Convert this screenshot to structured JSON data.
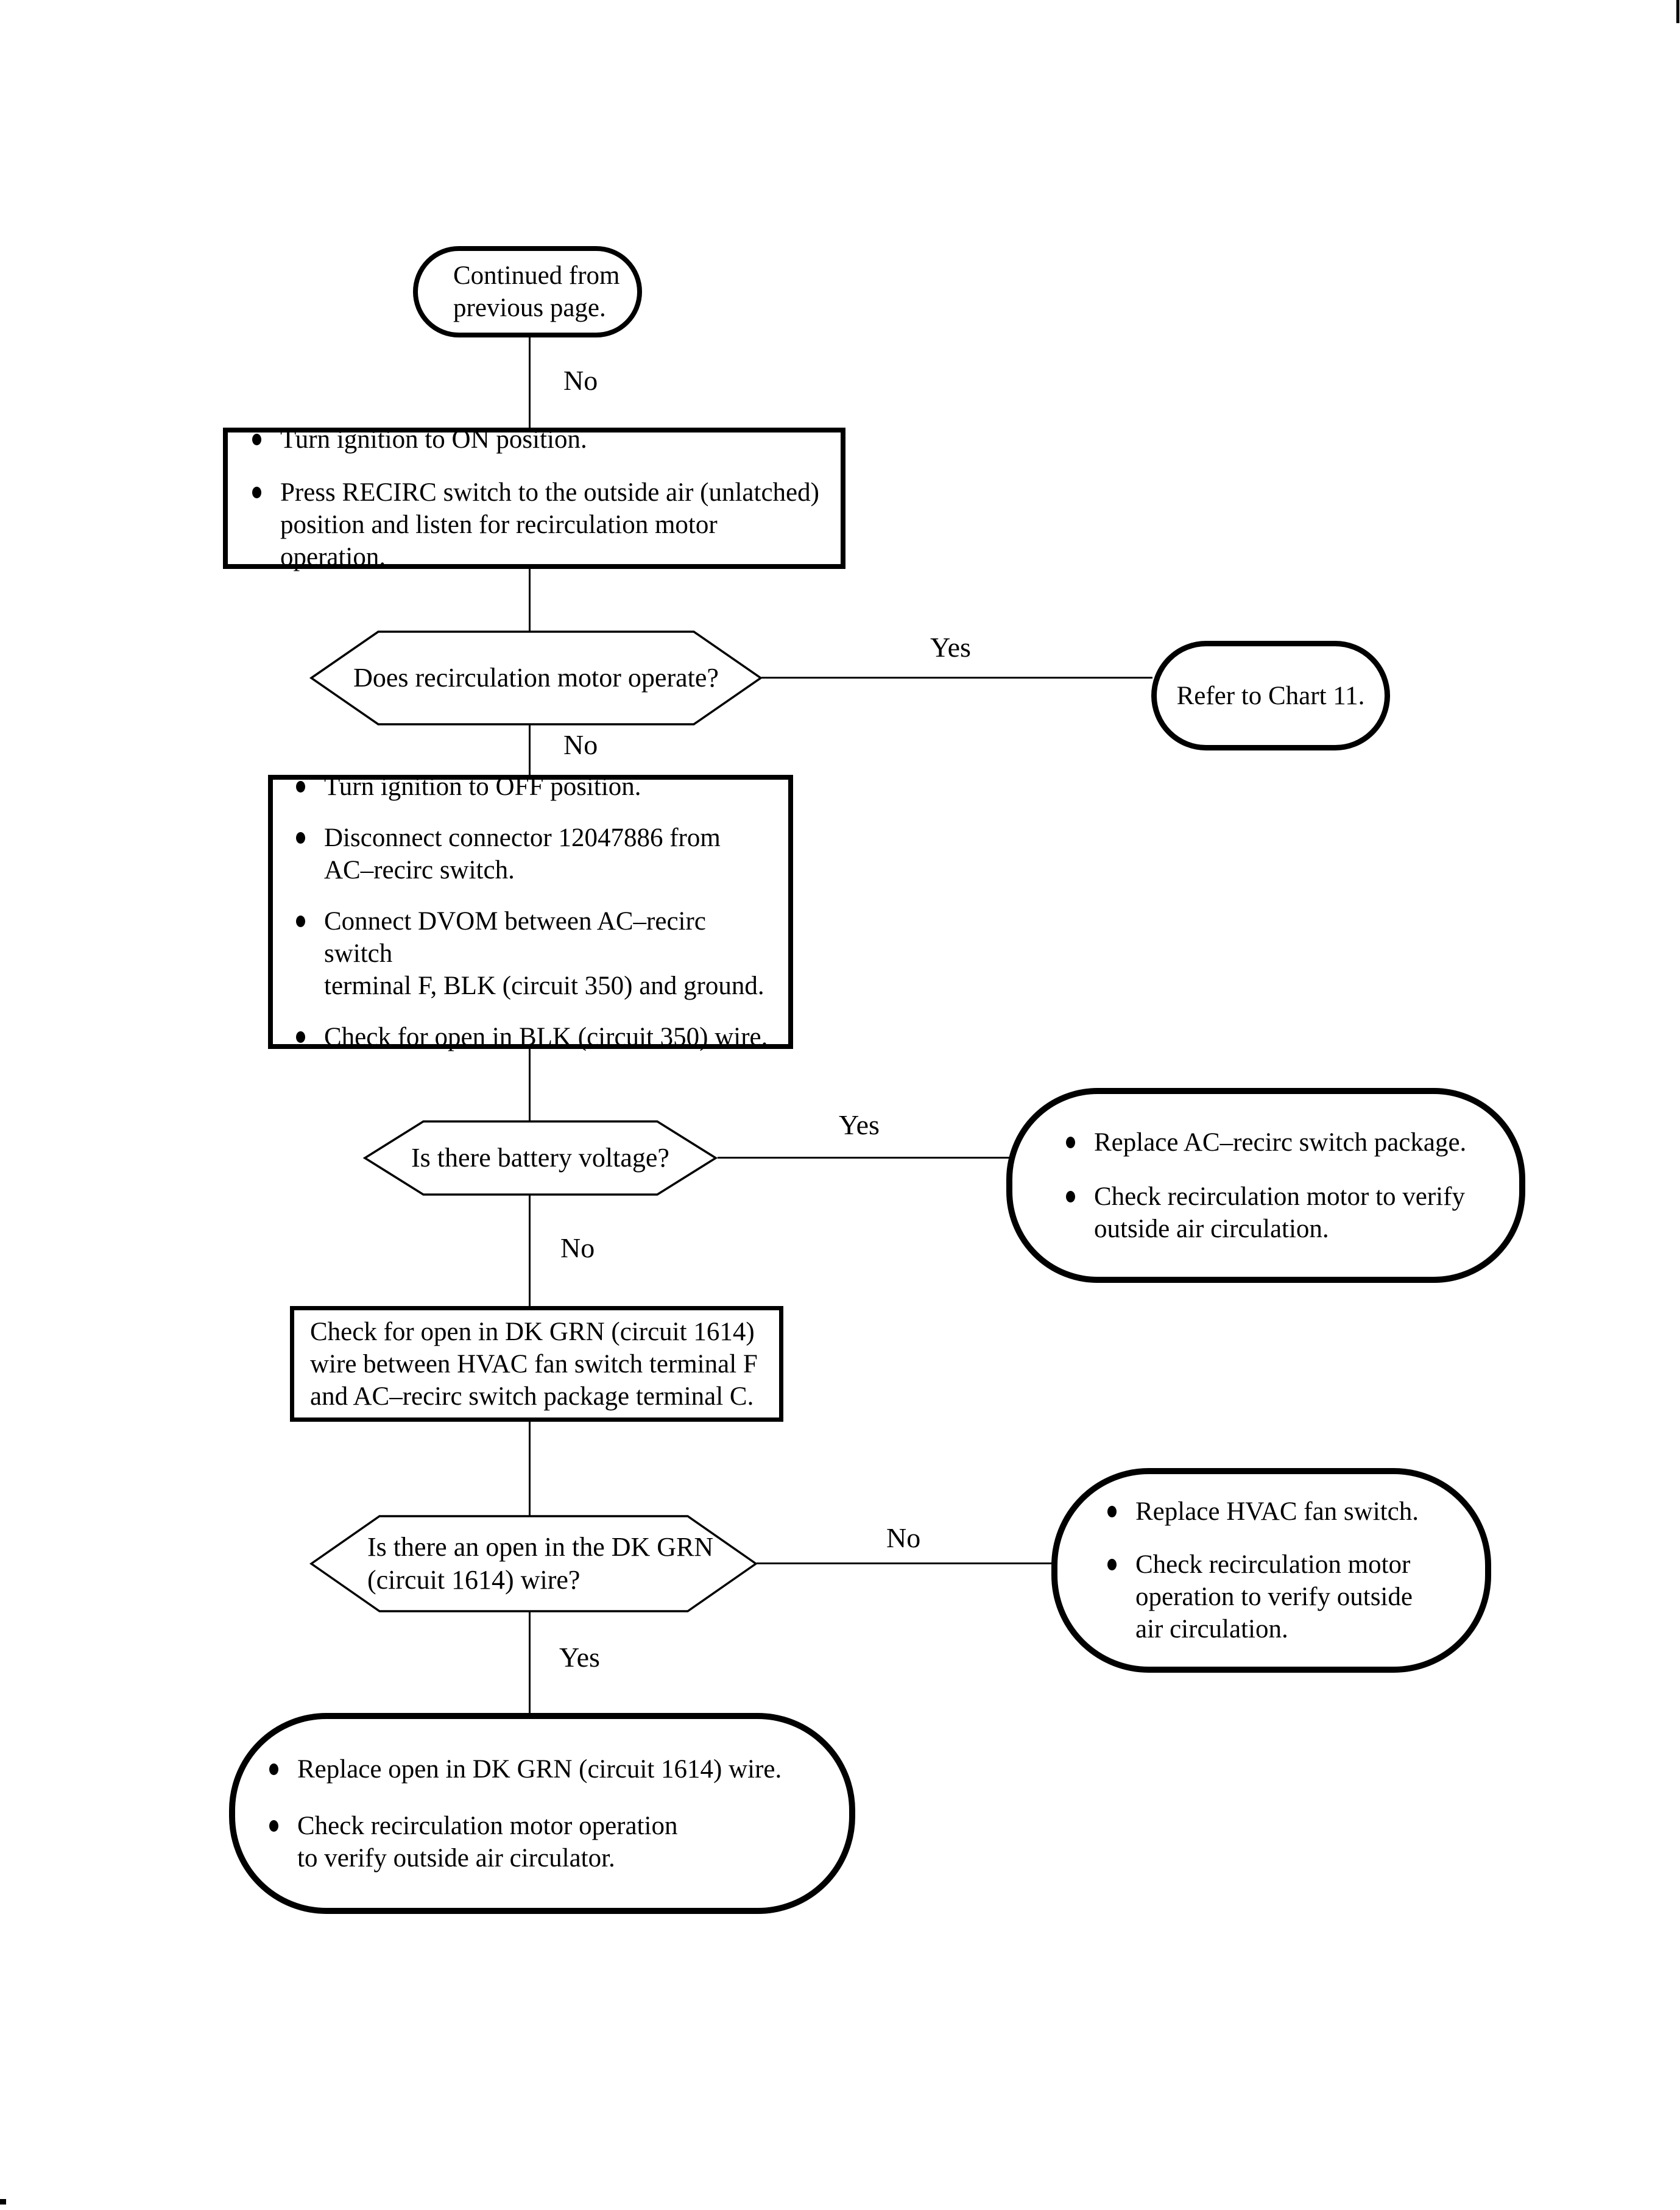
{
  "flowchart": {
    "start": {
      "lines": [
        "Continued from",
        "previous page."
      ]
    },
    "edges": {
      "no1": "No",
      "yes1": "Yes",
      "no2": "No",
      "yes2": "Yes",
      "no3": "No",
      "no4": "No",
      "yes3": "Yes"
    },
    "step1": {
      "bullets": [
        {
          "lines": [
            "Turn ignition to ON position."
          ]
        },
        {
          "lines": [
            "Press RECIRC switch to the outside air (unlatched)",
            "position and listen for recirculation motor operation."
          ]
        }
      ]
    },
    "decision1": {
      "question": "Does recirculation motor operate?"
    },
    "chart11": {
      "label": "Refer to Chart 11."
    },
    "step2": {
      "bullets": [
        {
          "lines": [
            "Turn ignition to OFF position."
          ]
        },
        {
          "lines": [
            "Disconnect connector 12047886 from",
            "AC–recirc switch."
          ]
        },
        {
          "lines": [
            "Connect DVOM between AC–recirc switch",
            "terminal F, BLK (circuit 350) and ground."
          ]
        },
        {
          "lines": [
            "Check for open in BLK (circuit 350) wire."
          ]
        }
      ]
    },
    "decision2": {
      "question": "Is there battery voltage?"
    },
    "result_battery_yes": {
      "bullets": [
        {
          "lines": [
            "Replace AC–recirc switch package."
          ]
        },
        {
          "lines": [
            "Check recirculation motor to verify",
            "outside air circulation."
          ]
        }
      ]
    },
    "step3": {
      "lines": [
        "Check for open in DK GRN (circuit 1614)",
        "wire between HVAC fan switch terminal F",
        "and AC–recirc switch package terminal C."
      ]
    },
    "decision3": {
      "lines": [
        "Is there an open in the DK GRN",
        "(circuit 1614) wire?"
      ]
    },
    "result_open_no": {
      "bullets": [
        {
          "lines": [
            "Replace HVAC fan switch."
          ]
        },
        {
          "lines": [
            "Check recirculation motor",
            "operation to verify outside",
            "air circulation."
          ]
        }
      ]
    },
    "result_open_yes": {
      "bullets": [
        {
          "lines": [
            "Replace open in DK GRN (circuit 1614) wire."
          ]
        },
        {
          "lines": [
            "Check recirculation motor operation",
            "to verify outside air circulator."
          ]
        }
      ]
    }
  }
}
